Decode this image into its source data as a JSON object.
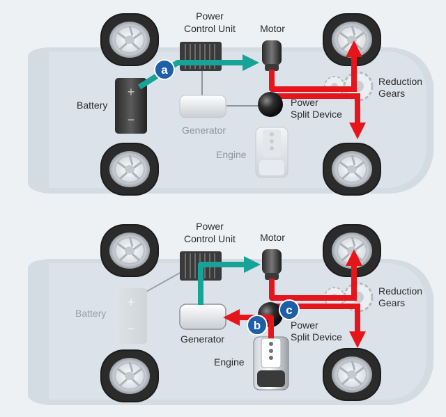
{
  "panels": [
    {
      "labels": {
        "power_control_unit_l1": "Power",
        "power_control_unit_l2": "Control Unit",
        "motor": "Motor",
        "reduction_gears_l1": "Reduction",
        "reduction_gears_l2": "Gears",
        "battery": "Battery",
        "power_split_device_l1": "Power",
        "power_split_device_l2": "Split Device",
        "generator": "Generator",
        "engine": "Engine"
      },
      "badges": [
        "a"
      ]
    },
    {
      "labels": {
        "power_control_unit_l1": "Power",
        "power_control_unit_l2": "Control Unit",
        "motor": "Motor",
        "reduction_gears_l1": "Reduction",
        "reduction_gears_l2": "Gears",
        "battery": "Battery",
        "power_split_device_l1": "Power",
        "power_split_device_l2": "Split Device",
        "generator": "Generator",
        "engine": "Engine"
      },
      "badges": [
        "b",
        "c"
      ]
    }
  ],
  "colors": {
    "background": "#eef1f4",
    "car_body": "#d5dde5",
    "electric_flow": "#1aa39a",
    "mechanical_flow": "#e8151b",
    "badge": "#1e5fa8",
    "label": "#2c2c2c",
    "label_dim": "#9aa2ab"
  }
}
